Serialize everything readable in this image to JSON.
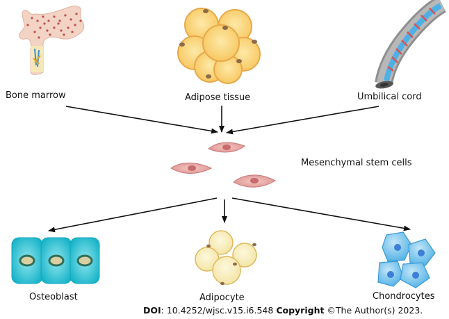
{
  "sources": {
    "bone_marrow": "Bone marrow",
    "adipose_tissue": "Adipose tissue",
    "umbilical_cord": "Umbilical cord"
  },
  "center": {
    "label": "Mesenchymal stem cells"
  },
  "outputs": {
    "osteoblast": "Osteoblast",
    "adipocyte": "Adipocyte",
    "chondrocytes": "Chondrocytes"
  },
  "footer": {
    "doi_label": "DOI",
    "doi_value": ": 10.4252/wjsc.v15.i6.548 ",
    "copyright_label": "Copyright",
    "copyright_text": " ©The Author(s) 2023."
  },
  "colors": {
    "bone": "#f2d3c4",
    "bone_dots": "#c0504d",
    "fat_fill": "#fbd679",
    "fat_edge": "#e8a84a",
    "fat_nucleus": "#8c6a4a",
    "cord_outer": "#9a9a9a",
    "cord_inner": "#4fb0e6",
    "cord_band": "#d9534f",
    "msc_fill": "#e7a3a0",
    "msc_nucleus": "#c76b6b",
    "osteo_fill": "#2ec4d6",
    "osteo_nucleus": "#2f6e5a",
    "adipocyte_fill": "#f7eebb",
    "chondro_fill": "#79c4ee",
    "chondro_nucleus": "#3d7fd6",
    "arrow": "#111111"
  }
}
